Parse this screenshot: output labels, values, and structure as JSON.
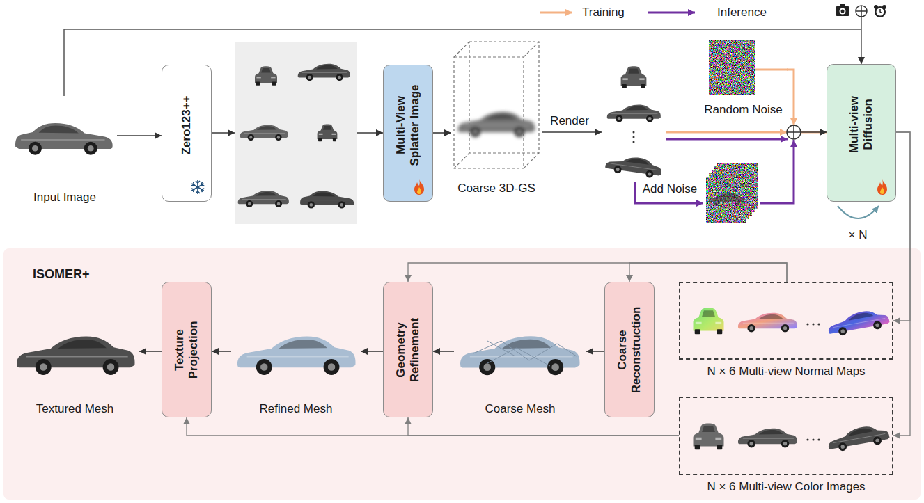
{
  "diagram": {
    "nodes": [
      {
        "text": [
          "Input Image"
        ]
      },
      {
        "text": [
          "Zero123++"
        ]
      },
      {
        "text": [
          "Multi-View Splatter Image"
        ]
      },
      {
        "text": [
          "Coarse 3D-GS"
        ]
      },
      {
        "text": [
          "Random Noise"
        ]
      },
      {
        "text": [
          "Multi-view Diffusion"
        ]
      },
      {
        "text": [
          "ISOMER+"
        ]
      },
      {
        "text": [
          "Textured Mesh"
        ],
        "in": 6
      },
      {
        "text": [
          "Texture Projection"
        ],
        "in": 6
      },
      {
        "text": [
          "Refined Mesh"
        ],
        "in": 6
      },
      {
        "text": [
          "Geometry Refinement"
        ],
        "in": 6
      },
      {
        "text": [
          "Coarse Mesh"
        ],
        "in": 6
      },
      {
        "text": [
          "Coarse Reconstruction"
        ],
        "in": 6
      },
      {
        "text": [
          "N × 6 Multi-view Normal Maps"
        ],
        "in": 6
      },
      {
        "text": [
          "N × 6 Multi-view Color Images"
        ],
        "in": 6
      }
    ],
    "edges": [
      {
        "from": 0,
        "to": 1,
        "arrow": "to"
      },
      {
        "from": 0,
        "to": 5,
        "arrow": "to"
      },
      {
        "from": 1,
        "to": 2,
        "arrow": "to"
      },
      {
        "from": 2,
        "to": 3,
        "arrow": "to"
      },
      {
        "from": 3,
        "to": 5,
        "label": "Render",
        "arrow": "to"
      },
      {
        "from": 4,
        "to": 5,
        "arrow": "to"
      },
      {
        "from": 5,
        "to": 13,
        "arrow": "to"
      },
      {
        "from": 5,
        "to": 14,
        "arrow": "to"
      },
      {
        "from": 13,
        "to": 12,
        "arrow": "to"
      },
      {
        "from": 13,
        "to": 10,
        "arrow": "to"
      },
      {
        "from": 12,
        "to": 11,
        "arrow": "to"
      },
      {
        "from": 11,
        "to": 10,
        "arrow": "to"
      },
      {
        "from": 10,
        "to": 9,
        "arrow": "to"
      },
      {
        "from": 9,
        "to": 8,
        "arrow": "to"
      },
      {
        "from": 8,
        "to": 7,
        "arrow": "to"
      },
      {
        "from": 14,
        "to": 10,
        "arrow": "to"
      },
      {
        "from": 14,
        "to": 8,
        "arrow": "to"
      }
    ],
    "labels": [
      "Add Noise",
      "× N"
    ],
    "legend": [
      {
        "text": "Training"
      },
      {
        "text": "Inference"
      }
    ]
  }
}
